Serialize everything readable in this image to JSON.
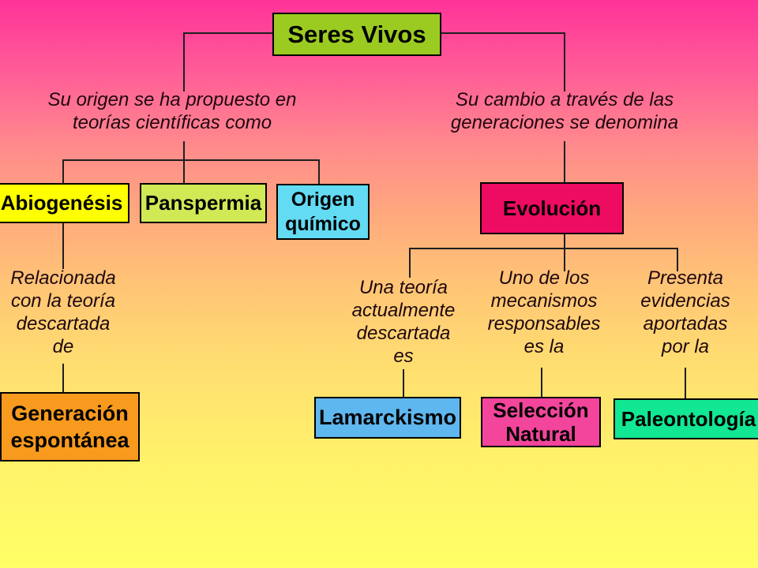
{
  "background": {
    "gradient_stops": [
      "#ff3399 0%",
      "#ff5e97 13%",
      "#ff8b8c 26%",
      "#ffa77e 37%",
      "#ffc276 49%",
      "#ffdc71 63%",
      "#fff26a 81%",
      "#ffff66 100%"
    ]
  },
  "root": {
    "label": "Seres Vivos",
    "fill": "#9bcb21"
  },
  "captions": {
    "origin": "Su origen se ha propuesto en\nteorías científicas como",
    "change": "Su cambio a través de las\ngeneraciones se denomina",
    "related": "Relacionada\ncon la teoría\ndescartada\nde",
    "discarded": "Una teoría\nactualmente\ndescartada\nes",
    "mechanism": "Uno de los\nmecanismos\nresponsables\nes la",
    "evidence": "Presenta\nevidencias\naportadas\npor la"
  },
  "nodes": {
    "abiogenesis": {
      "label": "Abiogenésis",
      "fill": "#ffff00"
    },
    "panspermia": {
      "label": "Panspermia",
      "fill": "#d0e955"
    },
    "origen_quimico": {
      "label": "Origen\nquímico",
      "fill": "#62dbf3"
    },
    "evolucion": {
      "label": "Evolución",
      "fill": "#ee0b62"
    },
    "generacion_espontanea": {
      "label": "Generación\nespontánea",
      "fill": "#f89a1e"
    },
    "lamarckismo": {
      "label": "Lamarckismo",
      "fill": "#5fb7ef"
    },
    "seleccion_natural": {
      "label": "Selección\nNatural",
      "fill": "#f2459b"
    },
    "paleontologia": {
      "label": "Paleontología",
      "fill": "#12e793"
    }
  }
}
